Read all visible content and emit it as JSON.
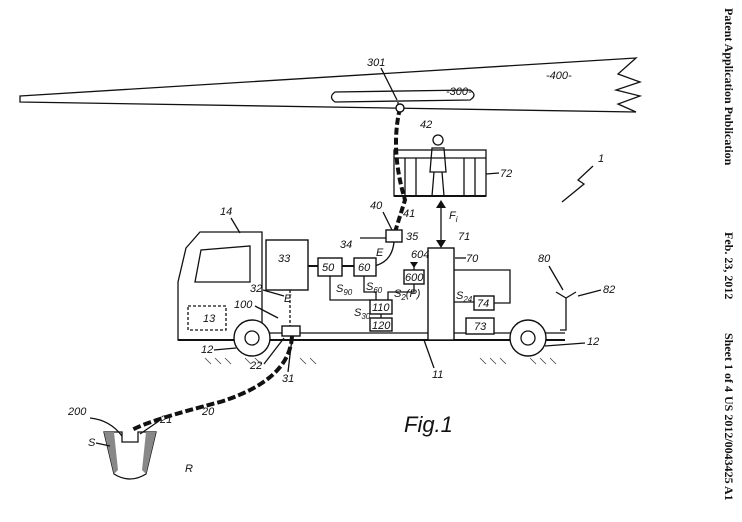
{
  "header": {
    "title": "Patent Application Publication",
    "date": "Feb. 23, 2012",
    "sheet": "Sheet 1 of 4",
    "number": "US 2012/0043425 A1"
  },
  "figure": {
    "caption": "Fig.1"
  },
  "refs": {
    "r400": "-400-",
    "r300": "-300-",
    "r301": "301",
    "r42": "42",
    "r72": "72",
    "r1": "1",
    "r14": "14",
    "r40": "40",
    "r41": "41",
    "r35": "35",
    "rFi": "F",
    "rFi_sub": "i",
    "r71": "71",
    "r34": "34",
    "r604": "604",
    "r70": "70",
    "r33": "33",
    "r50": "50",
    "r60": "60",
    "r600": "600",
    "rE1": "E",
    "rE2": "E",
    "r80": "80",
    "r82": "82",
    "r32": "32",
    "rS90": "S",
    "rS90_sub": "90",
    "rS60": "S",
    "rS60_sub": "60",
    "rS2": "S",
    "rS2_sub": "2",
    "rS2_p": "(P)",
    "rS24": "S",
    "rS24_sub": "24",
    "r74": "74",
    "r100": "100",
    "r110": "110",
    "rS30": "S",
    "rS30_sub": "30",
    "r13": "13",
    "r120": "120",
    "r73": "73",
    "r12a": "12",
    "r12b": "12",
    "r22": "22",
    "r31": "31",
    "r11": "11",
    "r200": "200",
    "r20": "20",
    "rS": "S",
    "r21": "21",
    "rR": "R"
  }
}
